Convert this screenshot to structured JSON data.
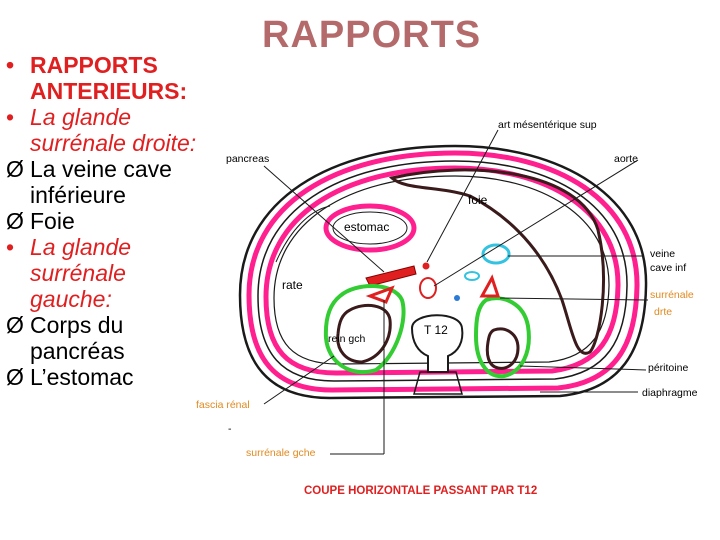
{
  "title": "RAPPORTS",
  "bullets": [
    {
      "marker": "•",
      "text": "RAPPORTS ANTERIEURS:",
      "style": "red"
    },
    {
      "marker": "•",
      "text": "La glande surrénale droite:",
      "style": "it"
    },
    {
      "marker": "Ø",
      "text": "La veine cave inférieure",
      "style": "plain"
    },
    {
      "marker": "Ø",
      "text": "Foie",
      "style": "plain"
    },
    {
      "marker": "•",
      "text": "La glande surrénale gauche:",
      "style": "it"
    },
    {
      "marker": "Ø",
      "text": "Corps du pancréas",
      "style": "plain"
    },
    {
      "marker": "Ø",
      "text": "L’estomac",
      "style": "plain"
    }
  ],
  "diagram": {
    "labels": {
      "art_mesenterique": "art mésentérique sup",
      "pancreas": "pancreas",
      "aorte": "aorte",
      "foie": "foie",
      "estomac": "estomac",
      "veine_cave": "veine\ncave inf",
      "rate": "rate",
      "surrenale_drte": "surrénale\ndrte",
      "t12": "T 12",
      "rein_gch": "rein gch",
      "peritoine": "péritoine",
      "diaphragme": "diaphragme",
      "fascia_renal": "fascia rénal",
      "surrenale_gche": "surrénale gche",
      "dash": "-"
    },
    "caption": "COUPE HORIZONTALE PASSANT PAR T12",
    "colors": {
      "pink": "#ff1f8e",
      "green": "#33cc33",
      "cyan": "#33c3e0",
      "red": "#e02020",
      "brown": "#3a1a1a",
      "orange": "#e08a20"
    }
  }
}
